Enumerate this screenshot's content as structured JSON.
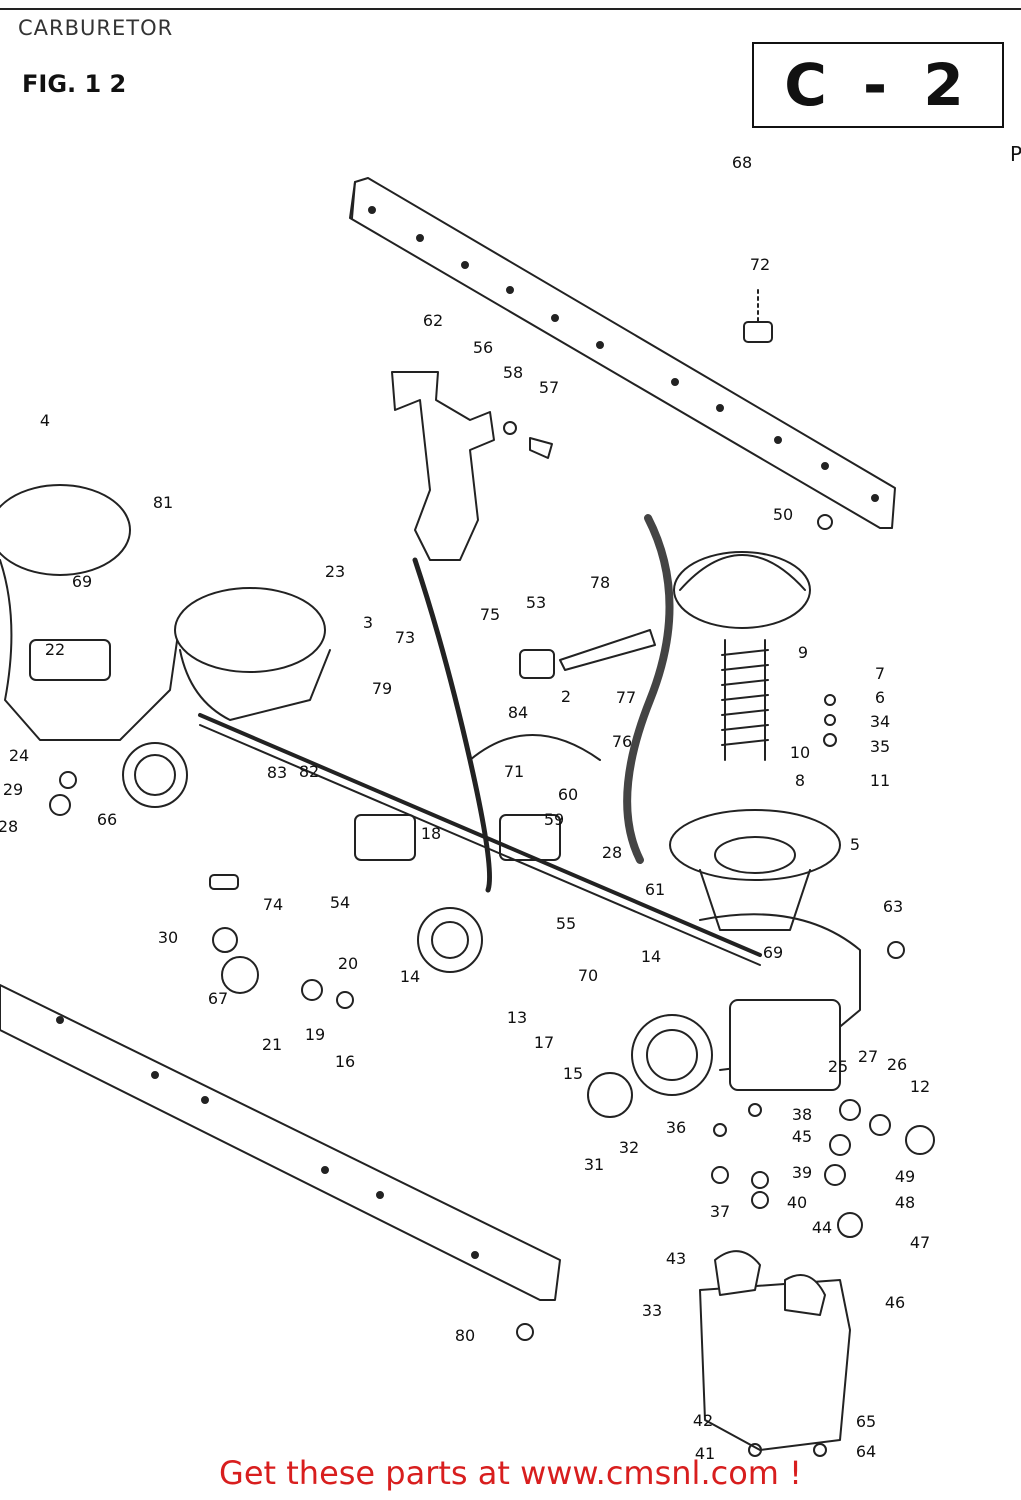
{
  "header": {
    "title": "CARBURETOR",
    "figure": "FIG. 1 2",
    "section_code": "C - 2",
    "edge_mark": "P"
  },
  "footer": {
    "link_text": "Get these parts at www.cmsnl.com !",
    "link_color": "#d81e1e"
  },
  "callouts": [
    "68",
    "72",
    "62",
    "56",
    "58",
    "57",
    "4",
    "81",
    "50",
    "23",
    "78",
    "69",
    "3",
    "53",
    "9",
    "73",
    "75",
    "22",
    "77",
    "7",
    "6",
    "79",
    "34",
    "2",
    "84",
    "35",
    "76",
    "10",
    "8",
    "11",
    "24",
    "71",
    "60",
    "29",
    "83",
    "82",
    "66",
    "5",
    "59",
    "28",
    "18",
    "28",
    "61",
    "63",
    "54",
    "55",
    "30",
    "74",
    "69",
    "14",
    "14",
    "70",
    "67",
    "20",
    "21",
    "19",
    "13",
    "17",
    "16",
    "15",
    "25",
    "27",
    "26",
    "12",
    "38",
    "36",
    "45",
    "32",
    "31",
    "39",
    "49",
    "37",
    "40",
    "48",
    "44",
    "47",
    "43",
    "46",
    "33",
    "80",
    "42",
    "65",
    "41",
    "64"
  ]
}
